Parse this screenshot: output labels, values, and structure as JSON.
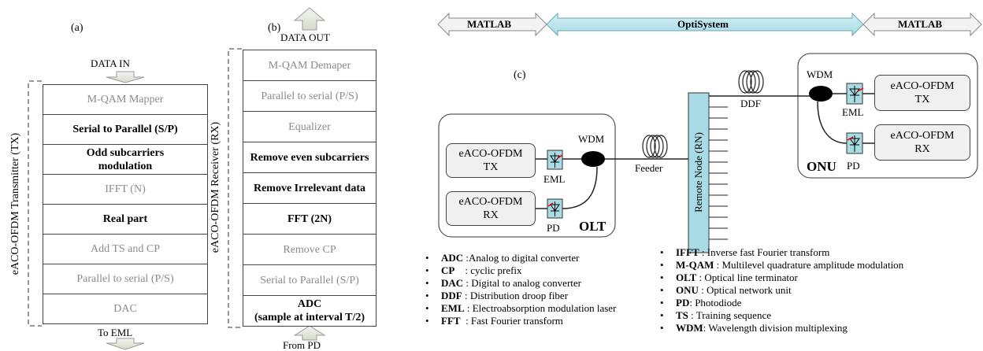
{
  "panel_a": {
    "label": "(a)",
    "input": "DATA IN",
    "output": "To EML",
    "side_label": "eACO-OFDM Transmitter (TX)",
    "blocks": [
      {
        "text": "M-QAM Mapper",
        "style": "gray"
      },
      {
        "text": "Serial to Parallel (S/P)",
        "style": "bold"
      },
      {
        "text": "Odd subcarriers\nmodulation",
        "style": "bold"
      },
      {
        "text": "IFFT (N)",
        "style": "gray"
      },
      {
        "text": "Real part",
        "style": "bold"
      },
      {
        "text": "Add TS and CP",
        "style": "gray"
      },
      {
        "text": "Parallel to serial (P/S)",
        "style": "gray"
      },
      {
        "text": "DAC",
        "style": "gray"
      }
    ]
  },
  "panel_b": {
    "label": "(b)",
    "output": "DATA OUT",
    "input": "From PD",
    "side_label": "eACO-OFDM Receiver (RX)",
    "blocks": [
      {
        "text": "M-QAM Demaper",
        "style": "gray"
      },
      {
        "text": "Parallel to serial (P/S)",
        "style": "gray"
      },
      {
        "text": "Equalizer",
        "style": "gray"
      },
      {
        "text": "Remove even subcarriers",
        "style": "bold"
      },
      {
        "text": "Remove Irrelevant data",
        "style": "bold"
      },
      {
        "text": "FFT (2N)",
        "style": "bold"
      },
      {
        "text": "Remove CP",
        "style": "gray"
      },
      {
        "text": "Serial to Parallel (S/P)",
        "style": "gray"
      },
      {
        "text": "ADC\n(sample at interval T/2)",
        "style": "bold"
      }
    ]
  },
  "top_bar": {
    "left": "MATLAB",
    "middle": "OptiSystem",
    "right": "MATLAB"
  },
  "panel_c": {
    "label": "(c)",
    "olt": {
      "name": "OLT",
      "tx": "eACO-OFDM\nTX",
      "rx": "eACO-OFDM\nRX",
      "eml": "EML",
      "pd": "PD",
      "wdm": "WDM"
    },
    "feeder": "Feeder",
    "remote_node": "Remote Node (RN)",
    "ddf": "DDF",
    "onu": {
      "name": "ONU",
      "tx": "eACO-OFDM\nTX",
      "rx": "eACO-OFDM\nRX",
      "eml": "EML",
      "pd": "PD",
      "wdm": "WDM"
    }
  },
  "legend_left": [
    {
      "abbr": "ADC",
      "def": " :Analog to digital converter"
    },
    {
      "abbr": "CP",
      "def": "    : cyclic prefix"
    },
    {
      "abbr": "DAC",
      "def": " : Digital to analog converter"
    },
    {
      "abbr": "DDF",
      "def": " : Distribution droop fiber"
    },
    {
      "abbr": "EML",
      "def": " : Electroabsorption modulation laser"
    },
    {
      "abbr": "FFT",
      "def": "  : Fast Fourier transform"
    }
  ],
  "legend_right": [
    {
      "abbr": "IFFT",
      "def": " : Inverse fast Fourier transform"
    },
    {
      "abbr": "M-QAM",
      "def": " : Multilevel quadrature amplitude modulation"
    },
    {
      "abbr": "OLT",
      "def": " : Optical line terminator"
    },
    {
      "abbr": "ONU",
      "def": " : Optical network unit"
    },
    {
      "abbr": "PD",
      "def": ": Photodiode"
    },
    {
      "abbr": "TS",
      "def": " : Training sequence"
    },
    {
      "abbr": "WDM",
      "def": ": Wavelength division multiplexing"
    }
  ]
}
